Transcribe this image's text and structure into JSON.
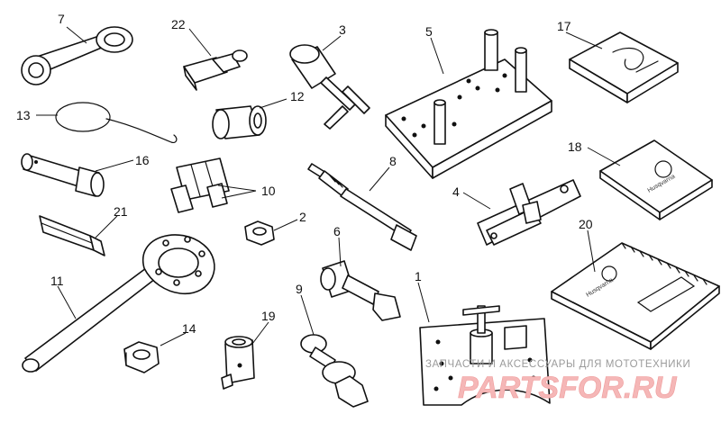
{
  "callouts": {
    "n1": "1",
    "n2": "2",
    "n3": "3",
    "n4": "4",
    "n5": "5",
    "n6": "6",
    "n7": "7",
    "n8": "8",
    "n9": "9",
    "n10": "10",
    "n11": "11",
    "n12": "12",
    "n13": "13",
    "n14": "14",
    "n16": "16",
    "n17": "17",
    "n18": "18",
    "n19": "19",
    "n20": "20",
    "n21": "21",
    "n22": "22"
  },
  "watermark": {
    "caption": "ЗАПЧАСТИ И АКСЕССУАРЫ ДЛЯ МОТОТЕХНИКИ",
    "logo": "PARTSFOR.RU"
  },
  "booklets": {
    "manual_18": "Husqvarna",
    "manual_20": "Husqvarna"
  }
}
